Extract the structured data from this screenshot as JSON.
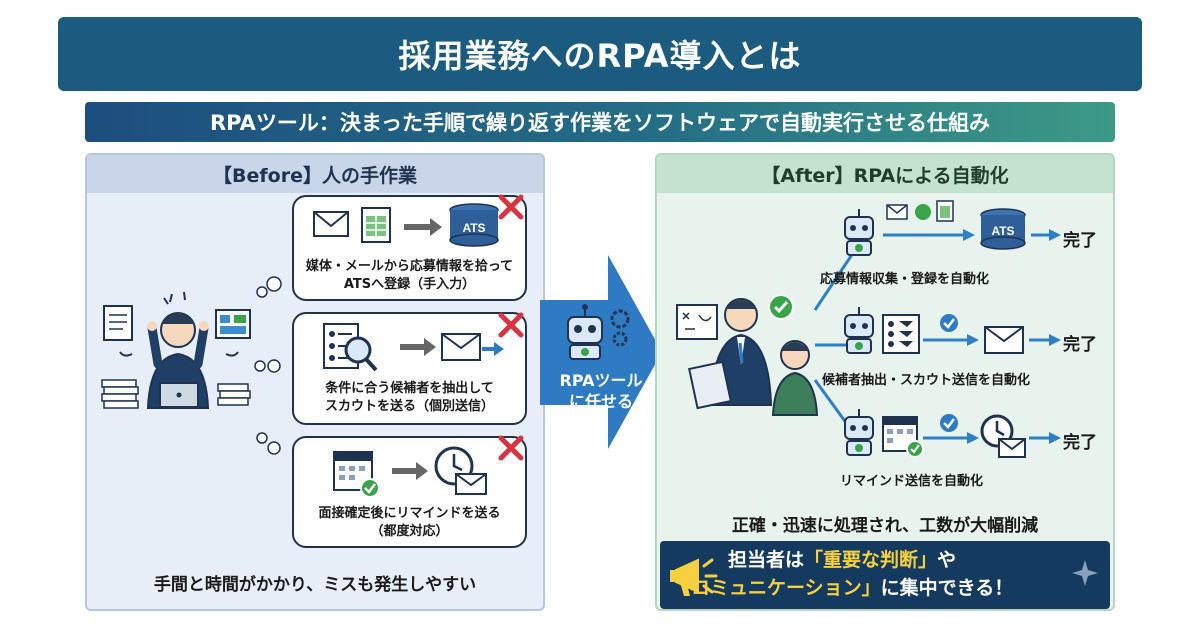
{
  "title": "採用業務へのRPA導入とは",
  "subtitle": "RPAツール：決まった手順で繰り返す作業をソフトウェアで自動実行させる仕組み",
  "before": {
    "heading": "【Before】人の手作業",
    "tasks": [
      {
        "line1": "媒体・メールから応募情報を拾って",
        "line2": "ATSへ登録（手入力）",
        "target_label": "ATS"
      },
      {
        "line1": "条件に合う候補者を抽出して",
        "line2": "スカウトを送る（個別送信）"
      },
      {
        "line1": "面接確定後にリマインドを送る",
        "line2": "（都度対応）"
      }
    ],
    "footer": "手間と時間がかかり、ミスも発生しやすい"
  },
  "middle_arrow": {
    "line1": "RPAツール",
    "line2": "に任せる"
  },
  "after": {
    "heading": "【After】RPAによる自動化",
    "flows": [
      {
        "label": "応募情報収集・登録を自動化",
        "status": "完了",
        "target_label": "ATS"
      },
      {
        "label": "候補者抽出・スカウト送信を自動化",
        "status": "完了"
      },
      {
        "label": "リマインド送信を自動化",
        "status": "完了"
      }
    ],
    "summary": "正確・迅速に処理され、工数が大幅削減",
    "banner": {
      "p1": "担当者は",
      "h1": "「重要な判断」",
      "p2": "や",
      "h2": "「コミュニケーション」",
      "p3": "に集中できる！"
    }
  },
  "colors": {
    "title_bg": "#1b5b80",
    "arrow": "#2e7bc4",
    "check": "#3aa44a",
    "cross": "#d9333f",
    "flow_line": "#2f7fc6",
    "highlight": "#f7d040"
  }
}
